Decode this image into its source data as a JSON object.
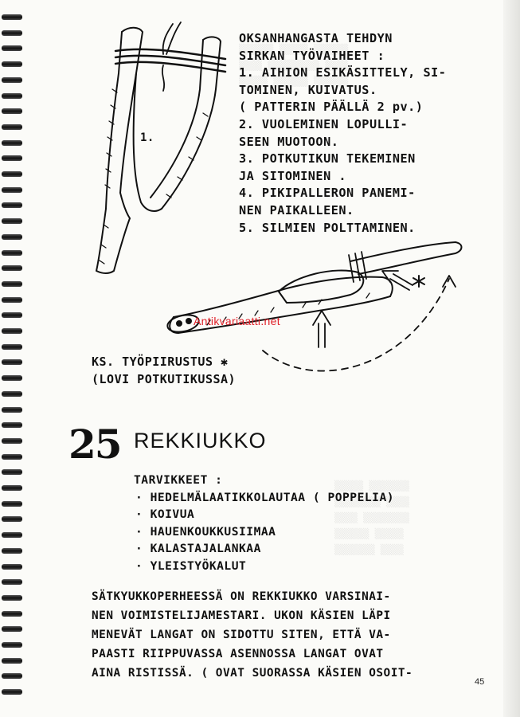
{
  "steps": {
    "heading_line1": "OKSANHANGASTA TEHDYN",
    "heading_line2": "SIRKAN TYÖVAIHEET :",
    "lines": [
      "1. AIHION ESIKÄSITTELY, SI-",
      "TOMINEN, KUIVATUS.",
      "( PATTERIN PÄÄLLÄ 2 pv.)",
      "2. VUOLEMINEN LOPULLI-",
      "SEEN MUOTOON.",
      "3. POTKUTIKUN TEKEMINEN",
      "JA SITOMINEN .",
      "4. PIKIPALLERON PANEMI-",
      "NEN PAIKALLEEN.",
      "5. SILMIEN POLTTAMINEN."
    ]
  },
  "illustration": {
    "label_1": "1."
  },
  "reference": {
    "line1": "KS. TYÖPIIRUSTUS ✱",
    "line2": "(LOVI POTKUTIKUSSA)"
  },
  "watermark": "Antikvariaatti.net",
  "section": {
    "number": "25",
    "title": "REKKIUKKO"
  },
  "supplies": {
    "heading": "TARVIKKEET :",
    "items": [
      "· HEDELMÄLAATIKKOLAUTAA ( POPPELIA)",
      "· KOIVUA",
      "· HAUENKOUKKUSIIMAA",
      "· KALASTAJALANKAA",
      "· YLEISTYÖKALUT"
    ]
  },
  "body": {
    "lines": [
      "SÄTKYUKKOPERHEESSÄ ON REKKIUKKO VARSINAI-",
      "NEN VOIMISTELIJAMESTARI. UKON KÄSIEN LÄPI",
      "MENEVÄT LANGAT ON SIDOTTU SITEN, ETTÄ VA-",
      "PAASTI RIIPPUVASSA ASENNOSSA LANGAT OVAT",
      "AINA RISTISSÄ. ( OVAT SUORASSA KÄSIEN OSOIT-"
    ]
  },
  "page_number": "45",
  "colors": {
    "ink": "#111111",
    "paper": "#fbfbf8",
    "watermark": "#e0232b"
  }
}
